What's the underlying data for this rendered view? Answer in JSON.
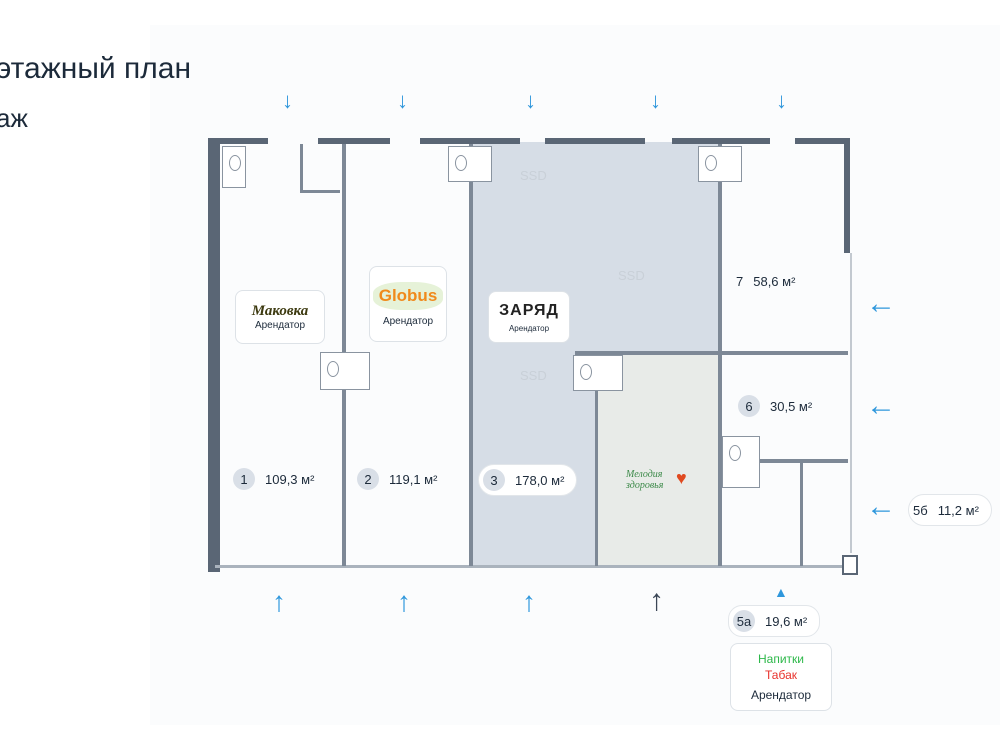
{
  "header": {
    "title": "этажный план",
    "subtitle": "аж"
  },
  "watermark": "SSD",
  "rooms": [
    {
      "num": "1",
      "area": "109,3 м²"
    },
    {
      "num": "2",
      "area": "119,1 м²"
    },
    {
      "num": "3",
      "area": "178,0 м²"
    },
    {
      "num": "7",
      "area": "58,6 м²"
    },
    {
      "num": "6",
      "area": "30,5 м²"
    },
    {
      "num": "5б",
      "area": "11,2 м²"
    },
    {
      "num": "5а",
      "area": "19,6 м²"
    }
  ],
  "tenants": [
    {
      "logo": "Маковка",
      "label": "Арендатор",
      "color": "#3d3a10"
    },
    {
      "logo": "Globus",
      "label": "Арендатор",
      "color": "#f08a1c"
    },
    {
      "logo": "ЗАРЯД",
      "label": "Арендатор",
      "color": "#222222"
    },
    {
      "logo": "Мелодия здоровья",
      "color": "#3d8a4a"
    },
    {
      "line1": "Напитки",
      "line2": "Табак",
      "label": "Арендатор",
      "color1": "#2db84a",
      "color2": "#e8322c"
    }
  ],
  "colors": {
    "accent": "#2f97dc",
    "wall": "#5a6675",
    "room3": "#d6dde6"
  }
}
